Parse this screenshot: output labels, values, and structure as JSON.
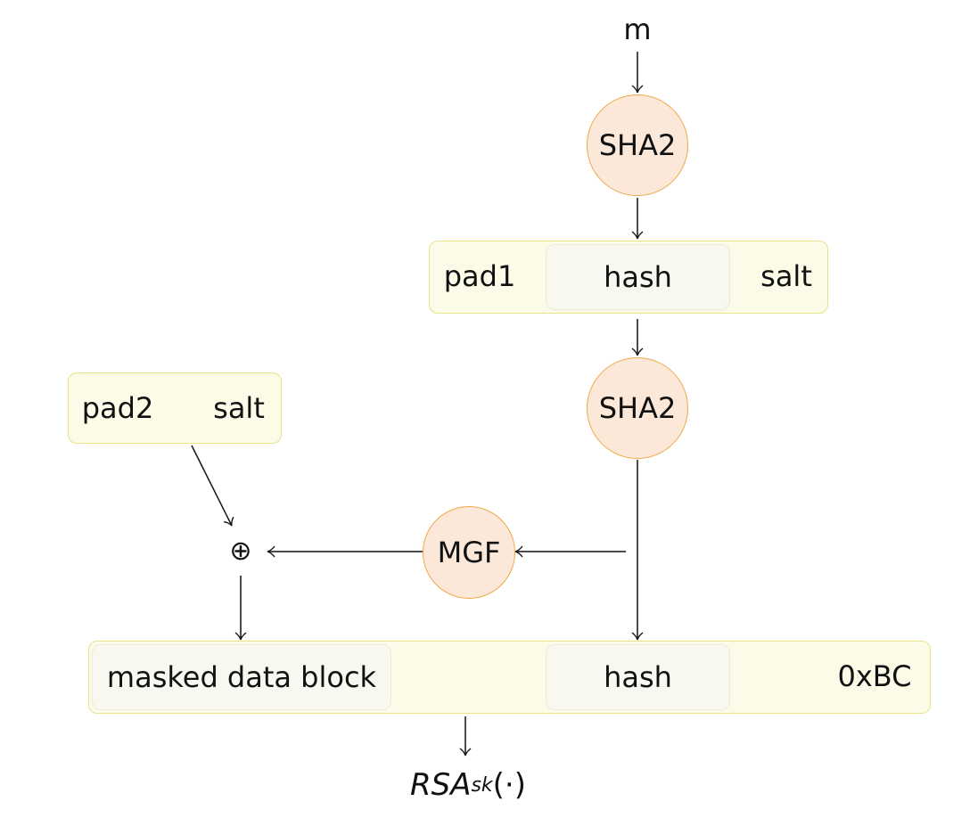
{
  "input": {
    "message_label": "m"
  },
  "first_hash": {
    "label": "SHA2"
  },
  "mprime_block": {
    "pad_label": "pad1",
    "hash_label": "hash",
    "salt_label": "salt"
  },
  "second_hash": {
    "label": "SHA2"
  },
  "db_block": {
    "pad_label": "pad2",
    "salt_label": "salt"
  },
  "xor": {
    "symbol": "⊕"
  },
  "mgf": {
    "label": "MGF"
  },
  "encoded_block": {
    "masked_label": "masked data block",
    "hash_label": "hash",
    "trailer_label": "0xBC"
  },
  "signature": {
    "func": "RSA",
    "subscript": "sk",
    "argument": "(·)"
  },
  "colors": {
    "box_fill": "#fbfbe8",
    "box_border": "#e9e38a",
    "inner_fill": "#f8f8f0",
    "inner_border": "#ecebd8",
    "circle_fill": "#fbe8d8",
    "circle_border": "#f0a848"
  }
}
